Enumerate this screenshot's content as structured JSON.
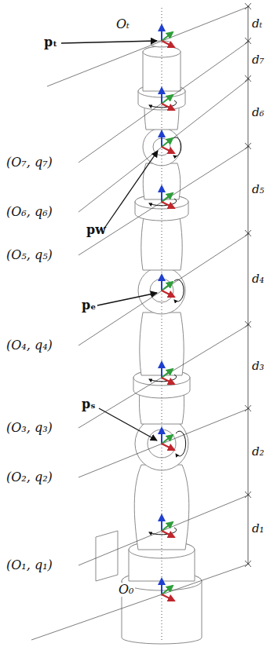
{
  "diagram": {
    "labels": [
      "pₜ",
      "Oₜ",
      "dₜ",
      "d₇",
      "(O₇, q₇)",
      "(O₆, q₆)",
      "d₆",
      "pw",
      "(O₅, q₅)",
      "pₑ",
      "d₅",
      "d₄",
      "(O₄, q₄)",
      "d₃",
      "(O₃, q₃)",
      "pₛ",
      "d₂",
      "(O₂, q₂)",
      "d₁",
      "(O₁, q₁)",
      "O₀"
    ]
  }
}
